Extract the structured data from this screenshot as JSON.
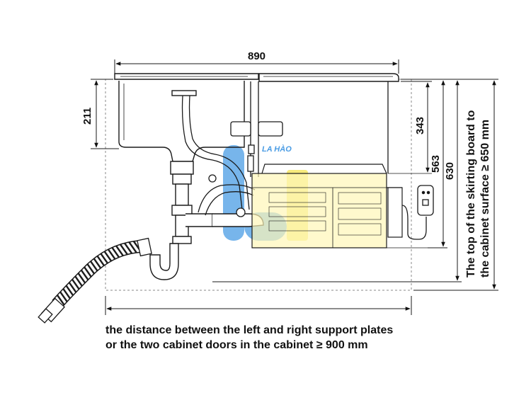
{
  "dimensions": {
    "width_total": "890",
    "bowl_depth": "211",
    "appliance_height": "343",
    "cabinet_height_mid": "563",
    "cabinet_height_full": "630"
  },
  "side_note": {
    "line1": "The top of the skirting board to",
    "line2": "the cabinet surface ≥ 650 mm"
  },
  "caption": {
    "line1": "the distance between the left and right support plates",
    "line2": "or the two cabinet doors in the cabinet ≥ 900 mm"
  },
  "watermark": {
    "text": "LA HÀO",
    "colors": [
      "#2b8be0",
      "#f2e24a"
    ]
  },
  "colors": {
    "line": "#1a1a1a",
    "dashed": "#8a8a8a",
    "appliance_fill": "#fff6b8"
  }
}
